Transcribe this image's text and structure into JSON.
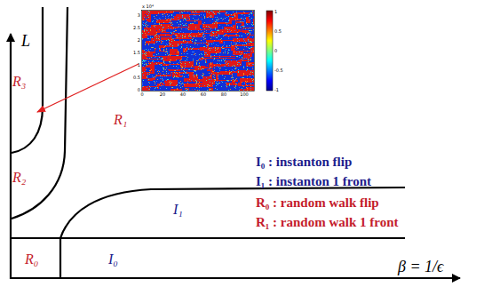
{
  "diagram": {
    "labels": [
      "L",
      "β = 1/ϵ",
      "R₃",
      "R₂",
      "R₁",
      "I₁",
      "R₀",
      "I₀",
      "I₀ : instanton flip",
      "I₁ : instanton 1 front",
      "R₀ : random walk flip",
      "R₁ : random walk 1 front",
      "x 10⁴",
      "3",
      "2.5",
      "2",
      "1.5",
      "1",
      "0.5",
      "0",
      "0",
      "20",
      "40",
      "60",
      "80",
      "100",
      "1",
      "0.5",
      "0",
      "-0.5",
      "-1"
    ]
  }
}
